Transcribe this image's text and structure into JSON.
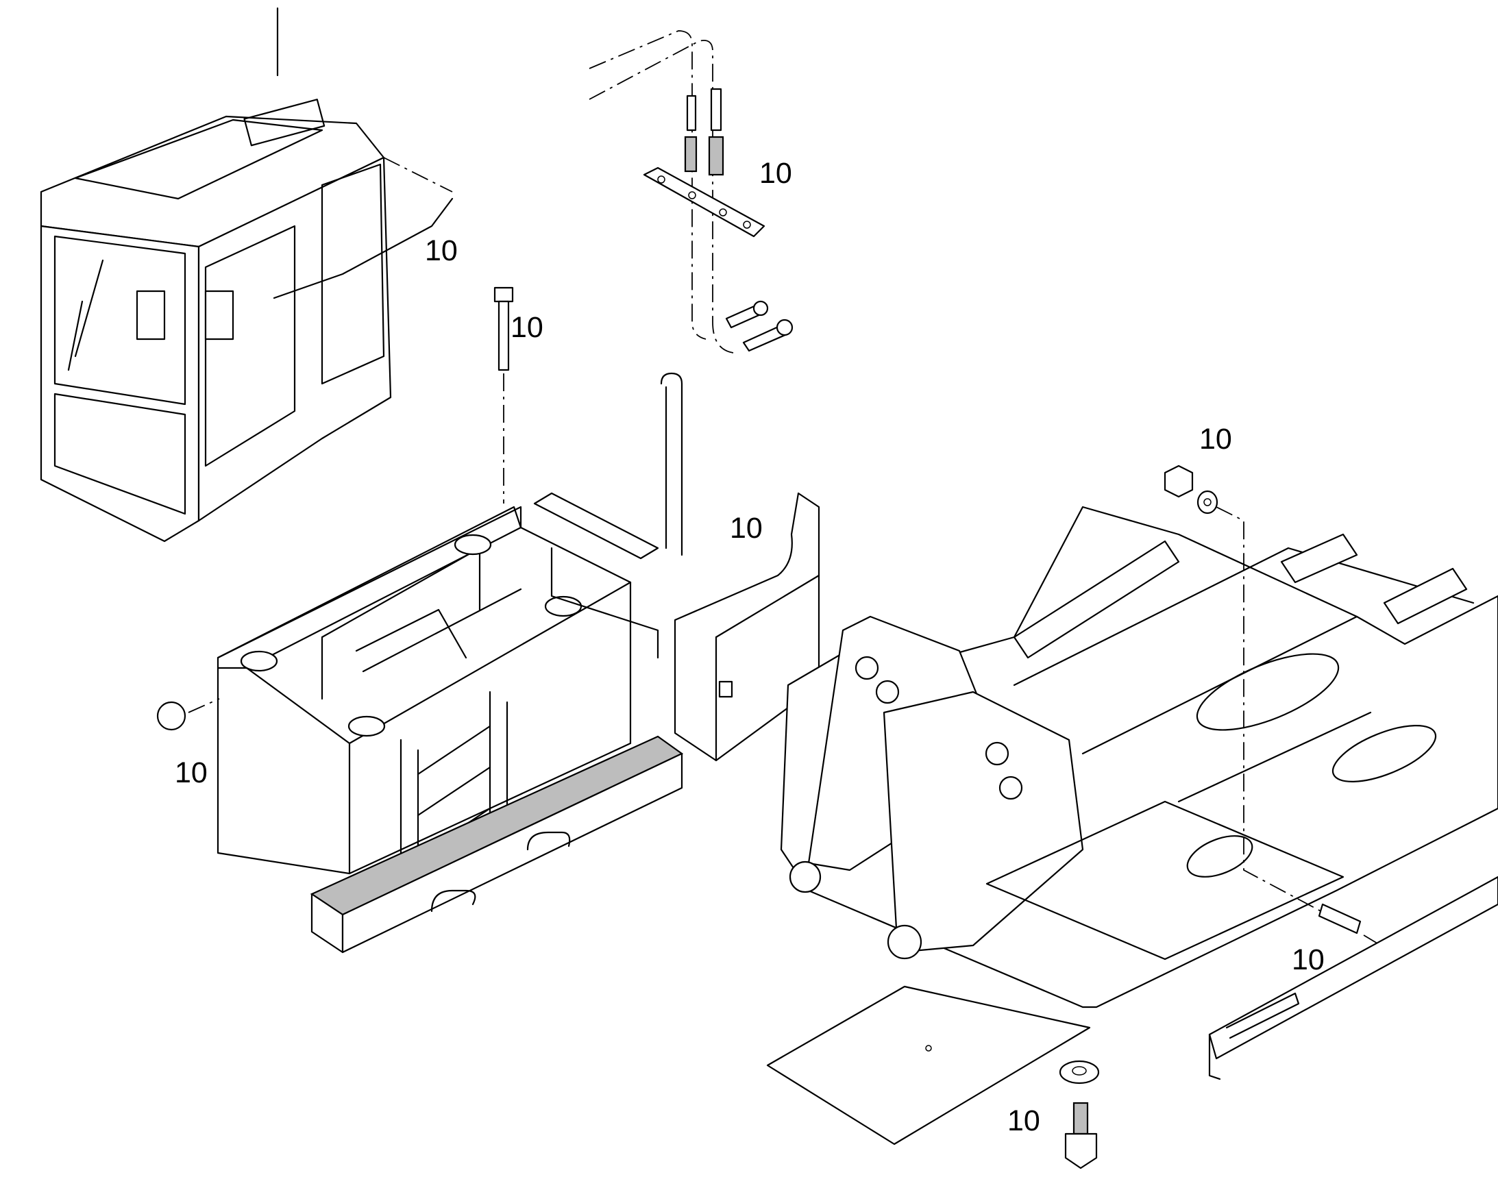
{
  "callouts": {
    "cab": "10",
    "hydraulic_fittings": "10",
    "bolt_top": "10",
    "fuel_tank_plug": "10",
    "step_cover": "10",
    "nut_washer": "10",
    "side_rail_pin": "10",
    "bottom_bolt": "10"
  }
}
